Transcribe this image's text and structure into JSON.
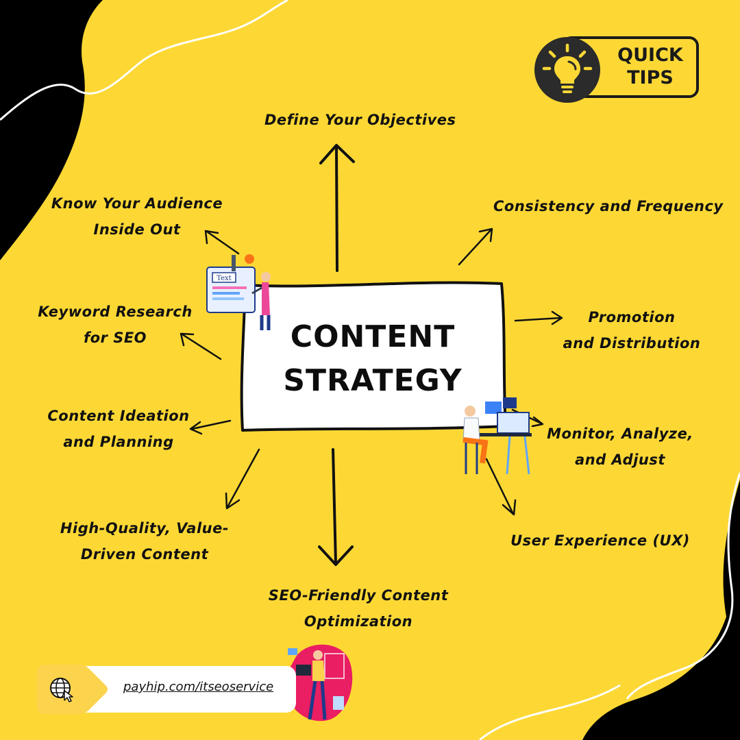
{
  "center": {
    "title_line1": "CONTENT",
    "title_line2": "STRATEGY"
  },
  "badge": {
    "line1": "QUICK",
    "line2": "TIPS",
    "icon": "lightbulb-icon"
  },
  "nodes": {
    "objectives": "Define Your Objectives",
    "consistency": "Consistency and Frequency",
    "promotion": {
      "line1": "Promotion",
      "line2": "and Distribution"
    },
    "monitor": {
      "line1": "Monitor, Analyze,",
      "line2": "and Adjust"
    },
    "ux": "User Experience (UX)",
    "seo_opt": {
      "line1": "SEO-Friendly Content",
      "line2": "Optimization"
    },
    "quality": {
      "line1": "High-Quality, Value-",
      "line2": "Driven Content"
    },
    "ideation": {
      "line1": "Content Ideation",
      "line2": "and Planning"
    },
    "keyword": {
      "line1": "Keyword Research",
      "line2": "for SEO"
    },
    "audience": {
      "line1": "Know Your Audience",
      "line2": "Inside Out"
    }
  },
  "footer": {
    "link": "payhip.com/itseoservice",
    "icon": "globe-icon"
  },
  "illustrations": {
    "top_sign_text": "Text"
  },
  "colors": {
    "yellow": "#FDD835",
    "black": "#000000",
    "white": "#ffffff",
    "ink": "#111111"
  }
}
